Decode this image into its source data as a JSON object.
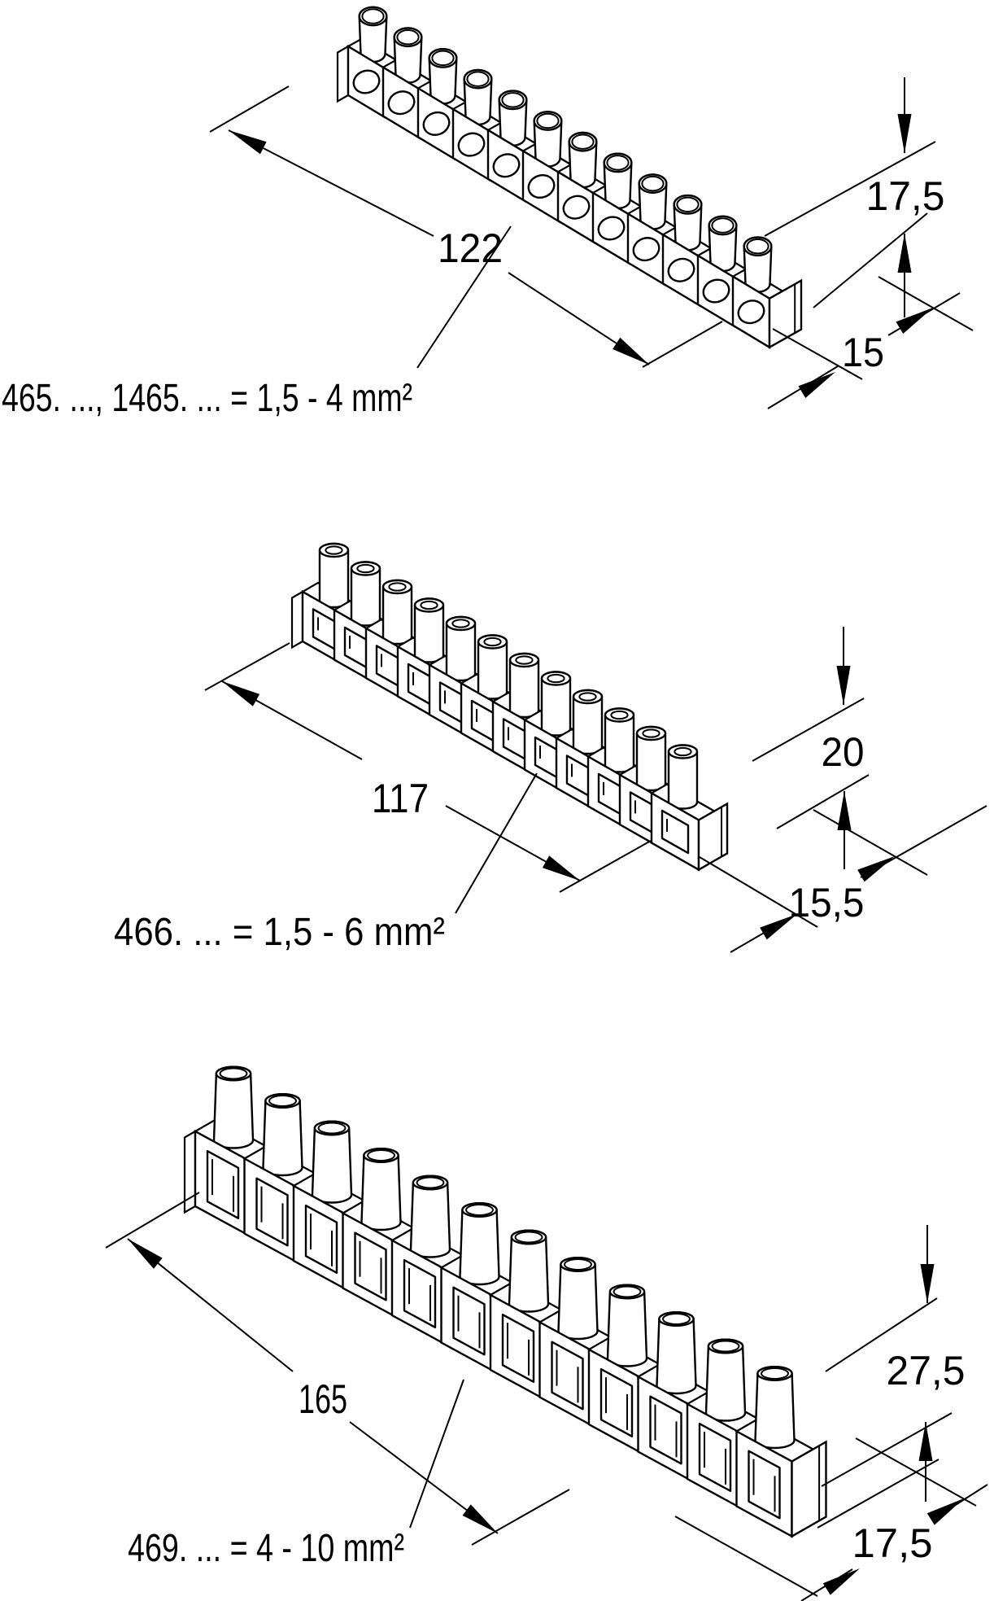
{
  "figures": [
    {
      "label": "465. ..., 1465. ... = 1,5 - 4 mm²",
      "length": "122",
      "height": "17,5",
      "depth": "15"
    },
    {
      "label": "466. ... = 1,5 - 6 mm²",
      "length": "117",
      "height": "20",
      "depth": "15,5"
    },
    {
      "label": "469. ... = 4 - 10 mm²",
      "length": "165",
      "height": "27,5",
      "depth": "17,5"
    }
  ],
  "colors": {
    "line": "#000000",
    "background": "#ffffff"
  }
}
